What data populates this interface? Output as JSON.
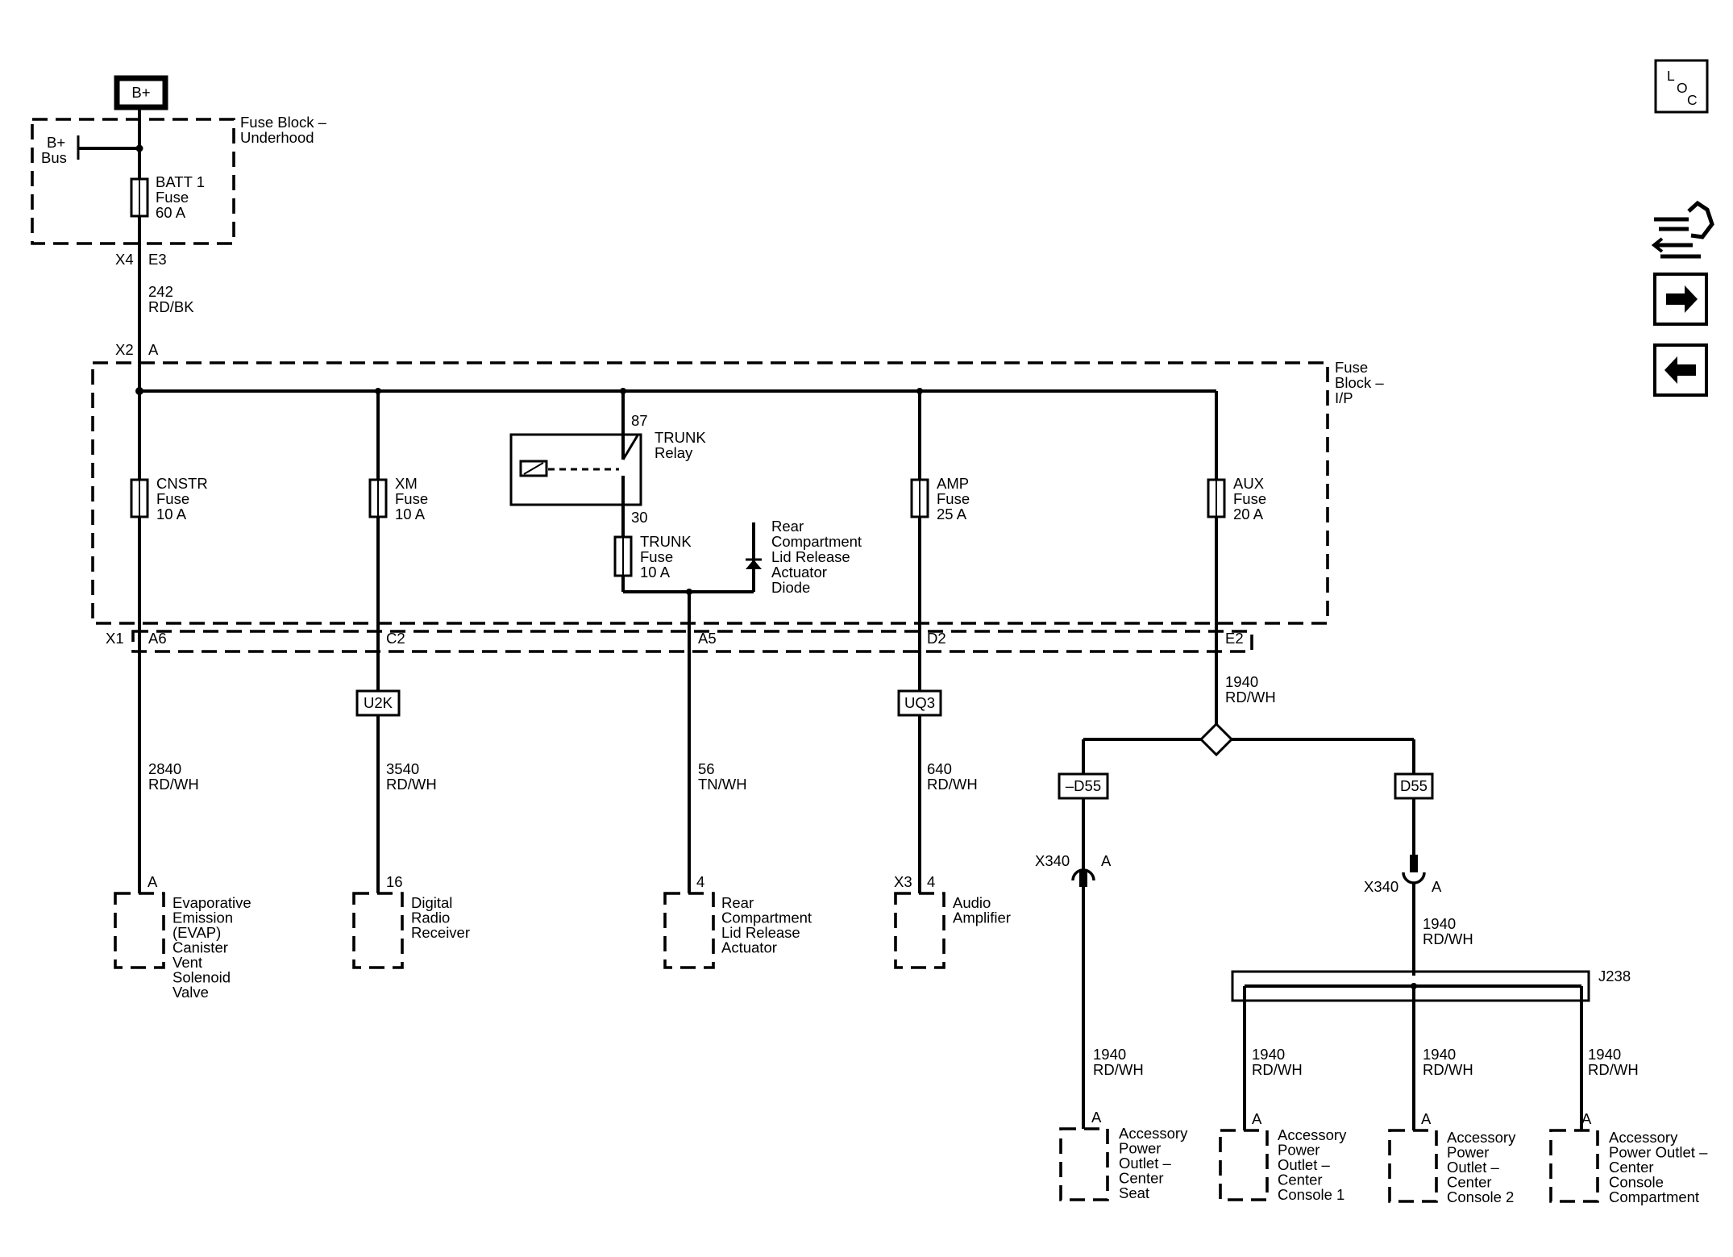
{
  "power_source": {
    "label": "B+"
  },
  "fuse_block_underhood": {
    "title": [
      "Fuse Block –",
      "Underhood"
    ],
    "bus_label": [
      "B+",
      "Bus"
    ],
    "fuse": [
      "BATT 1",
      "Fuse",
      "60 A"
    ],
    "connector": "X4",
    "pin": "E3"
  },
  "main_wire": {
    "circuit": "242",
    "color": "RD/BK"
  },
  "fuse_block_ip": {
    "title": [
      "Fuse",
      "Block –",
      "I/P"
    ],
    "input_connector": "X2",
    "input_pin": "A",
    "output_connector": "X1",
    "fuses": {
      "cnstr": [
        "CNSTR",
        "Fuse",
        "10 A"
      ],
      "xm": [
        "XM",
        "Fuse",
        "10 A"
      ],
      "trunk": [
        "TRUNK",
        "Fuse",
        "10 A"
      ],
      "amp": [
        "AMP",
        "Fuse",
        "25 A"
      ],
      "aux": [
        "AUX",
        "Fuse",
        "20 A"
      ]
    },
    "relay": {
      "label": [
        "TRUNK",
        "Relay"
      ],
      "pin_in": "87",
      "pin_out": "30"
    },
    "diode": [
      "Rear",
      "Compartment",
      "Lid Release",
      "Actuator",
      "Diode"
    ],
    "pins": {
      "cnstr": "A6",
      "xm": "C2",
      "trunk": "A5",
      "amp": "D2",
      "aux": "E2"
    }
  },
  "options": {
    "u2k": "U2K",
    "uq3": "UQ3",
    "not_d55": "–D55",
    "d55": "D55"
  },
  "circuits": {
    "cnstr": {
      "circuit": "2840",
      "color": "RD/WH"
    },
    "xm": {
      "circuit": "3540",
      "color": "RD/WH"
    },
    "trunk": {
      "circuit": "56",
      "color": "TN/WH"
    },
    "amp": {
      "circuit": "640",
      "color": "RD/WH"
    },
    "aux": {
      "circuit": "1940",
      "color": "RD/WH"
    },
    "aux_d55": {
      "circuit": "1940",
      "color": "RD/WH"
    },
    "outlet_seat": {
      "circuit": "1940",
      "color": "RD/WH"
    },
    "outlet_console1": {
      "circuit": "1940",
      "color": "RD/WH"
    },
    "outlet_console2": {
      "circuit": "1940",
      "color": "RD/WH"
    },
    "outlet_compartment": {
      "circuit": "1940",
      "color": "RD/WH"
    }
  },
  "inline_connectors": {
    "left": {
      "name": "X340",
      "pin": "A"
    },
    "right": {
      "name": "X340",
      "pin": "A"
    }
  },
  "splice": {
    "name": "J238"
  },
  "components": {
    "evap": {
      "pin": "A",
      "label": [
        "Evaporative",
        "Emission",
        "(EVAP)",
        "Canister",
        "Vent",
        "Solenoid",
        "Valve"
      ]
    },
    "radio": {
      "pin": "16",
      "label": [
        "Digital",
        "Radio",
        "Receiver"
      ]
    },
    "actuator": {
      "pin": "4",
      "label": [
        "Rear",
        "Compartment",
        "Lid Release",
        "Actuator"
      ]
    },
    "amplifier": {
      "connector": "X3",
      "pin": "4",
      "label": [
        "Audio",
        "Amplifier"
      ]
    },
    "outlet_seat": {
      "pin": "A",
      "label": [
        "Accessory",
        "Power",
        "Outlet –",
        "Center",
        "Seat"
      ]
    },
    "outlet_console1": {
      "pin": "A",
      "label": [
        "Accessory",
        "Power",
        "Outlet –",
        "Center",
        "Console 1"
      ]
    },
    "outlet_console2": {
      "pin": "A",
      "label": [
        "Accessory",
        "Power",
        "Outlet –",
        "Center",
        "Console 2"
      ]
    },
    "outlet_compartment": {
      "pin": "A",
      "label": [
        "Accessory",
        "Power Outlet –",
        "Center",
        "Console",
        "Compartment"
      ]
    }
  },
  "nav": {
    "loc_letters": [
      "L",
      "O",
      "C"
    ],
    "icons": [
      "connector-harness-icon",
      "arrow-right-icon",
      "arrow-left-icon"
    ]
  }
}
